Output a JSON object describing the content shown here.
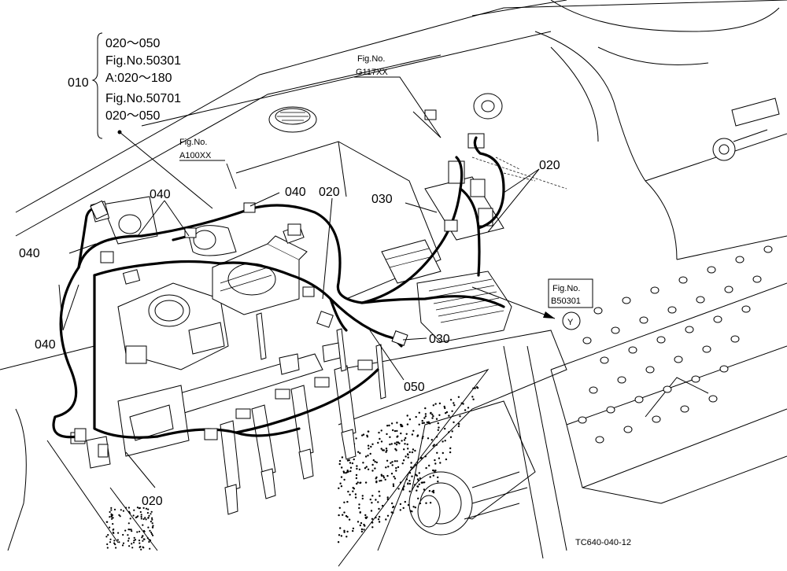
{
  "callouts": {
    "c010": "010",
    "c020_top": "020",
    "c020_mid": "020",
    "c020_bottom": "020",
    "c030_top": "030",
    "c030_right": "030",
    "c040_a": "040",
    "c040_b": "040",
    "c040_c": "040",
    "c040_d": "040",
    "c050": "050"
  },
  "brace": {
    "line1": "020～050",
    "line2": "Fig.No.50301",
    "line3": "A:020～180",
    "line4": "Fig.No.50701",
    "line5": "020～050"
  },
  "figrefs": {
    "a_label": "Fig.No.",
    "a_code": "A100XX",
    "g_label": "Fig.No.",
    "g_code": "G117XX",
    "b_label": "Fig.No.",
    "b_code": "B50301",
    "y_marker": "Y"
  },
  "drawing_code": "TC640-040-12"
}
